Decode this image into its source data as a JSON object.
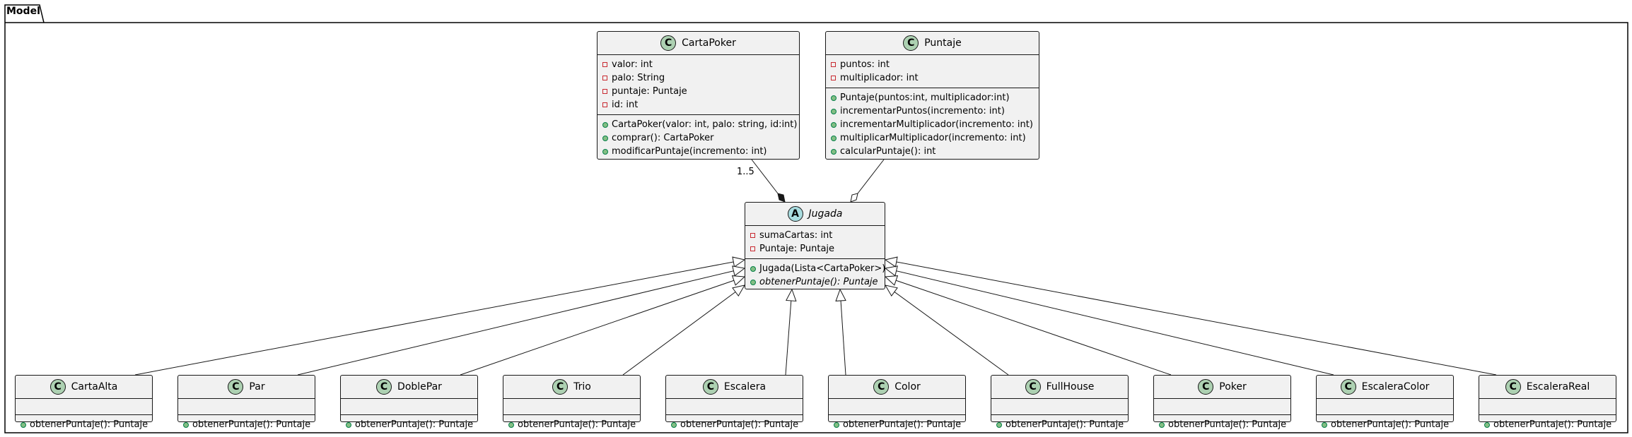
{
  "package": {
    "name": "Model"
  },
  "classes": {
    "cartapoker": {
      "name": "CartaPoker",
      "stereotype": "C",
      "attributes": [
        "valor: int",
        "palo: String",
        "puntaje: Puntaje",
        "id: int"
      ],
      "methods": [
        "CartaPoker(valor: int, palo: string, id:int)",
        "comprar(): CartaPoker",
        "modificarPuntaje(incremento: int)"
      ]
    },
    "puntaje": {
      "name": "Puntaje",
      "stereotype": "C",
      "attributes": [
        "puntos: int",
        "multiplicador: int"
      ],
      "methods": [
        "Puntaje(puntos:int, multiplicador:int)",
        "incrementarPuntos(incremento: int)",
        "incrementarMultiplicador(incremento: int)",
        "multiplicarMultiplicador(incremento: int)",
        "calcularPuntaje(): int"
      ]
    },
    "jugada": {
      "name": "Jugada",
      "stereotype": "A",
      "attributes": [
        "sumaCartas: int",
        "Puntaje: Puntaje"
      ],
      "methods": [
        "Jugada(Lista<CartaPoker>)",
        "obtenerPuntaje(): Puntaje"
      ]
    },
    "subclasses": [
      {
        "name": "CartaAlta",
        "stereotype": "C",
        "method": "obtenerPuntaje(): Puntaje"
      },
      {
        "name": "Par",
        "stereotype": "C",
        "method": "obtenerPuntaje(): Puntaje"
      },
      {
        "name": "DoblePar",
        "stereotype": "C",
        "method": "obtenerPuntaje(): Puntaje"
      },
      {
        "name": "Trio",
        "stereotype": "C",
        "method": "obtenerPuntaje(): Puntaje"
      },
      {
        "name": "Escalera",
        "stereotype": "C",
        "method": "obtenerPuntaje(): Puntaje"
      },
      {
        "name": "Color",
        "stereotype": "C",
        "method": "obtenerPuntaje(): Puntaje"
      },
      {
        "name": "FullHouse",
        "stereotype": "C",
        "method": "obtenerPuntaje(): Puntaje"
      },
      {
        "name": "Poker",
        "stereotype": "C",
        "method": "obtenerPuntaje(): Puntaje"
      },
      {
        "name": "EscaleraColor",
        "stereotype": "C",
        "method": "obtenerPuntaje(): Puntaje"
      },
      {
        "name": "EscaleraReal",
        "stereotype": "C",
        "method": "obtenerPuntaje(): Puntaje"
      }
    ]
  },
  "relations": {
    "composition_multiplicity": "1..5"
  },
  "colors": {
    "class_fill": "#f1f1f1",
    "class_badge": "#add1b2",
    "abstract_badge": "#a9dcdf",
    "line": "#181818",
    "private_marker": "#c82930",
    "public_marker": "#84be84"
  }
}
